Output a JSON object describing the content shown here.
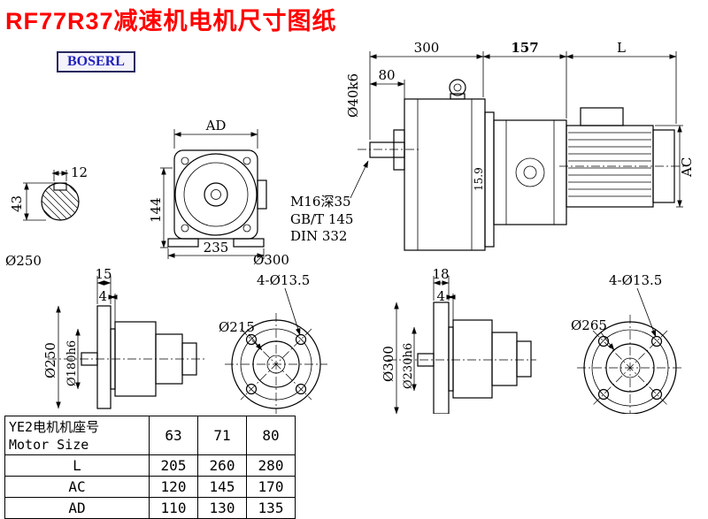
{
  "title": "RF77R37减速机电机尺寸图纸",
  "brand": "BOSERL",
  "views": {
    "shaft_section": {
      "key_width": "12",
      "height": "43",
      "label": "Ø250"
    },
    "front": {
      "ad": "AD",
      "h": "144",
      "w": "235",
      "flange": "Ø300"
    },
    "main": {
      "len_gearbox": "300",
      "len_adapter": "157",
      "len_motor": "L",
      "shaft_len": "80",
      "shaft_dia": "Ø40k6",
      "motor_dia": "AC",
      "key_dim": "15.9",
      "note1": "M16深35",
      "note2": "GB/T 145",
      "note3": "DIN 332"
    },
    "flange1_side": {
      "t1": "15",
      "t2": "4",
      "outer": "Ø250",
      "spigot": "Ø180h6"
    },
    "flange1_face": {
      "holes": "4-Ø13.5",
      "bolt_circle": "Ø215"
    },
    "flange2_side": {
      "t1": "18",
      "t2": "4",
      "outer": "Ø300",
      "spigot": "Ø230h6"
    },
    "flange2_face": {
      "holes": "4-Ø13.5",
      "bolt_circle": "Ø265"
    }
  },
  "table": {
    "header_line1": "YE2电机机座号",
    "header_line2": "Motor Size",
    "sizes": [
      "63",
      "71",
      "80"
    ],
    "rows": [
      {
        "label": "L",
        "values": [
          "205",
          "260",
          "280"
        ]
      },
      {
        "label": "AC",
        "values": [
          "120",
          "145",
          "170"
        ]
      },
      {
        "label": "AD",
        "values": [
          "110",
          "130",
          "135"
        ]
      }
    ]
  },
  "colors": {
    "title": "#ff0000",
    "brand_text": "#2222bb",
    "line": "#000000"
  }
}
